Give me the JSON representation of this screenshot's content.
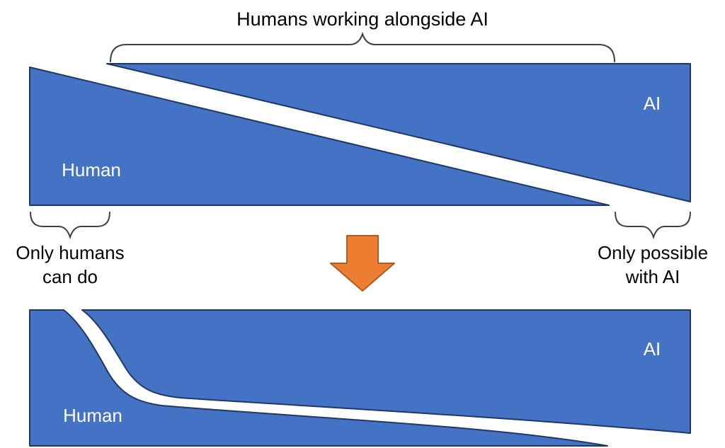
{
  "diagram": {
    "top_brace": {
      "label": "Humans working alongside AI"
    },
    "left_brace": {
      "line1": "Only humans",
      "line2": "can do"
    },
    "right_brace": {
      "line1": "Only possible",
      "line2": "with AI"
    },
    "before": {
      "human_label": "Human",
      "ai_label": "AI"
    },
    "after": {
      "human_label": "Human",
      "ai_label": "AI"
    },
    "colors": {
      "region_fill": "#4472C4",
      "region_stroke": "#1F3864",
      "arrow_fill": "#ED7D31",
      "arrow_stroke": "#AE5A21",
      "brace_stroke": "#404040",
      "text": "#000000",
      "region_label_text": "#FFFFFF",
      "background": "#FFFFFF"
    }
  }
}
